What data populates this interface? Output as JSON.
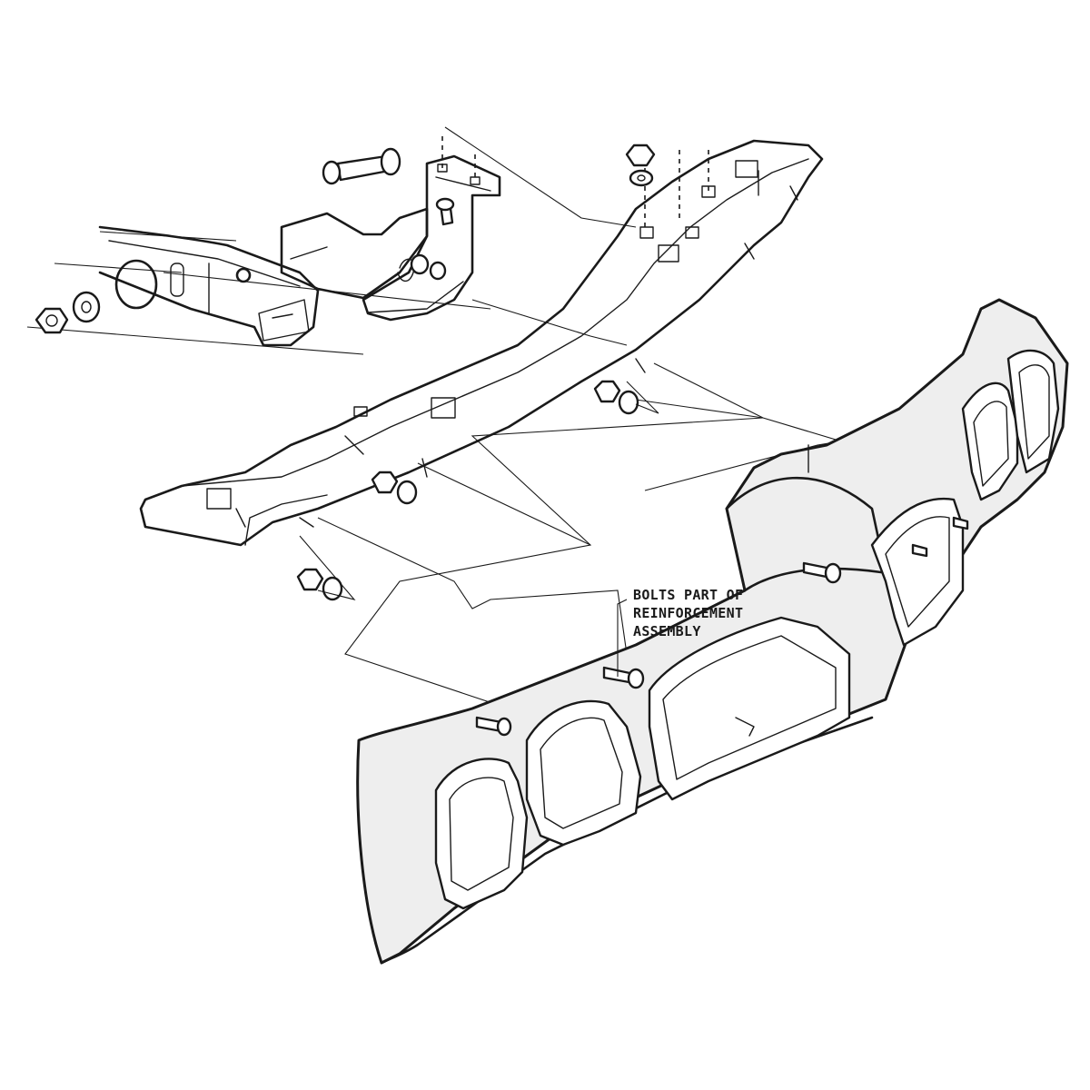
{
  "callout": {
    "lines": [
      "BOLTS PART OF",
      "REINFORCEMENT",
      "ASSEMBLY"
    ]
  }
}
